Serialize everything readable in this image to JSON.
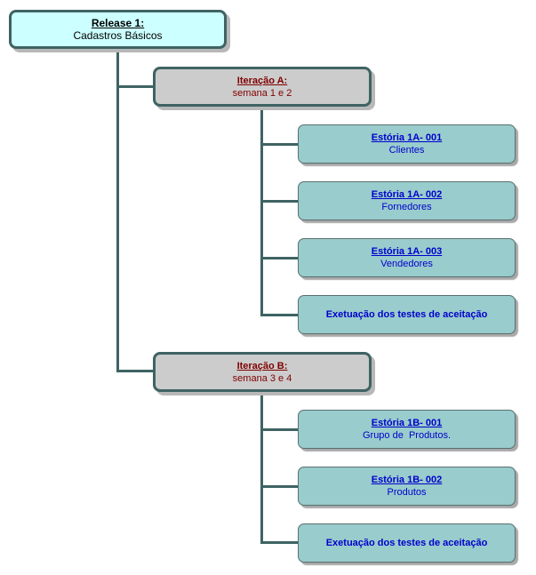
{
  "diagram": {
    "release": {
      "title": "Release 1:",
      "subtitle": "Cadastros Básicos"
    },
    "iterations": [
      {
        "title": "Iteração A:",
        "subtitle": "semana 1 e 2",
        "items": [
          {
            "title": "Estória 1A- 001",
            "subtitle": "Clientes"
          },
          {
            "title": "Estória 1A- 002",
            "subtitle": "Fornedores"
          },
          {
            "title": "Estória 1A- 003",
            "subtitle": "Vendedores"
          },
          {
            "action": "Exetuação dos testes de aceitação"
          }
        ]
      },
      {
        "title": "Iteração B:",
        "subtitle": "semana 3 e 4",
        "items": [
          {
            "title": "Estória 1B- 001",
            "subtitle": "Grupo de  Produtos."
          },
          {
            "title": "Estória 1B- 002",
            "subtitle": "Produtos"
          },
          {
            "action": "Exetuação dos testes de aceitação"
          }
        ]
      }
    ],
    "colors": {
      "release_fill": "#ccffff",
      "iteration_fill": "#cccccc",
      "story_fill": "#99cccc",
      "connector": "#3f6363",
      "iteration_text": "#800000",
      "story_text": "#0000cc"
    }
  }
}
